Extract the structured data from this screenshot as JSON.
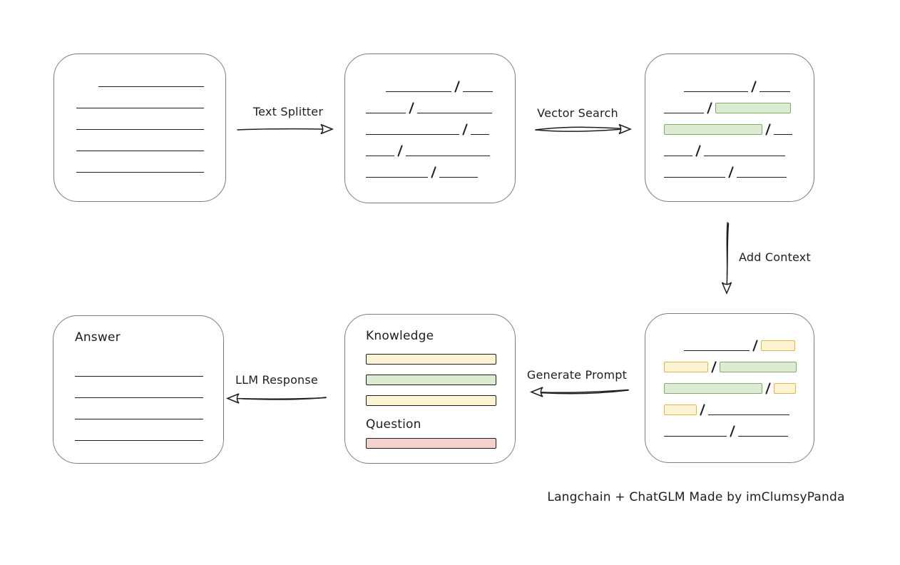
{
  "caption": "Langchain + ChatGLM Made by imClumsyPanda",
  "colors": {
    "ink": "#1e1e1e",
    "box_border": "#7c7c7c",
    "green_fill": "#dcecd3",
    "green_border": "#84ae68",
    "yellow_fill": "#fdf4d3",
    "yellow_border": "#ddb64f",
    "red_fill": "#f5d1cd",
    "red_border": "#bb5b52"
  },
  "edges": {
    "text_splitter": "Text Splitter",
    "vector_search": "Vector Search",
    "add_context": "Add Context",
    "generate_prompt": "Generate Prompt",
    "llm_response": "LLM Response"
  },
  "nodes": {
    "document": {
      "rows": [
        [
          {
            "k": "gap",
            "w": 31
          },
          {
            "k": "line",
            "w": 148
          }
        ],
        [
          {
            "k": "line",
            "w": 179
          }
        ],
        [
          {
            "k": "line",
            "w": 179
          }
        ],
        [
          {
            "k": "line",
            "w": 179
          }
        ],
        [
          {
            "k": "line",
            "w": 179
          }
        ]
      ]
    },
    "split_text": {
      "rows": [
        [
          {
            "k": "gap",
            "w": 28
          },
          {
            "k": "line",
            "w": 92
          },
          {
            "k": "slash"
          },
          {
            "k": "line",
            "w": 42
          }
        ],
        [
          {
            "k": "line",
            "w": 56
          },
          {
            "k": "slash"
          },
          {
            "k": "line",
            "w": 105
          }
        ],
        [
          {
            "k": "line",
            "w": 131
          },
          {
            "k": "slash"
          },
          {
            "k": "line",
            "w": 26
          }
        ],
        [
          {
            "k": "line",
            "w": 40
          },
          {
            "k": "slash"
          },
          {
            "k": "line",
            "w": 118
          }
        ],
        [
          {
            "k": "line",
            "w": 87
          },
          {
            "k": "slash"
          },
          {
            "k": "line",
            "w": 54
          }
        ]
      ]
    },
    "vector_matches": {
      "rows": [
        [
          {
            "k": "gap",
            "w": 28
          },
          {
            "k": "line",
            "w": 90
          },
          {
            "k": "slash"
          },
          {
            "k": "line",
            "w": 43
          }
        ],
        [
          {
            "k": "line",
            "w": 56
          },
          {
            "k": "slash"
          },
          {
            "k": "chunk",
            "c": "green",
            "w": 106
          }
        ],
        [
          {
            "k": "chunk",
            "c": "green",
            "w": 138
          },
          {
            "k": "slash"
          },
          {
            "k": "line",
            "w": 26
          }
        ],
        [
          {
            "k": "line",
            "w": 40
          },
          {
            "k": "slash"
          },
          {
            "k": "line",
            "w": 114
          }
        ],
        [
          {
            "k": "line",
            "w": 86
          },
          {
            "k": "slash"
          },
          {
            "k": "line",
            "w": 70
          }
        ]
      ]
    },
    "context_matches": {
      "rows": [
        [
          {
            "k": "gap",
            "w": 28
          },
          {
            "k": "line",
            "w": 92
          },
          {
            "k": "slash"
          },
          {
            "k": "chunk",
            "c": "yellow",
            "w": 48
          }
        ],
        [
          {
            "k": "chunk",
            "c": "yellow",
            "w": 62
          },
          {
            "k": "slash"
          },
          {
            "k": "chunk",
            "c": "green",
            "w": 108
          }
        ],
        [
          {
            "k": "chunk",
            "c": "green",
            "w": 138
          },
          {
            "k": "slash"
          },
          {
            "k": "chunk",
            "c": "yellow",
            "w": 31
          }
        ],
        [
          {
            "k": "chunk",
            "c": "yellow",
            "w": 46
          },
          {
            "k": "slash"
          },
          {
            "k": "line",
            "w": 114
          }
        ],
        [
          {
            "k": "line",
            "w": 88
          },
          {
            "k": "slash"
          },
          {
            "k": "line",
            "w": 70
          }
        ]
      ]
    },
    "prompt": {
      "knowledge_label": "Knowledge",
      "question_label": "Question",
      "knowledge_bars": [
        "yellow",
        "green",
        "yellow"
      ],
      "question_bars": [
        "red"
      ]
    },
    "answer": {
      "label": "Answer",
      "rows": [
        [
          {
            "k": "line",
            "w": 180
          }
        ],
        [
          {
            "k": "line",
            "w": 180
          }
        ],
        [
          {
            "k": "line",
            "w": 180
          }
        ],
        [
          {
            "k": "line",
            "w": 180
          }
        ]
      ]
    }
  }
}
